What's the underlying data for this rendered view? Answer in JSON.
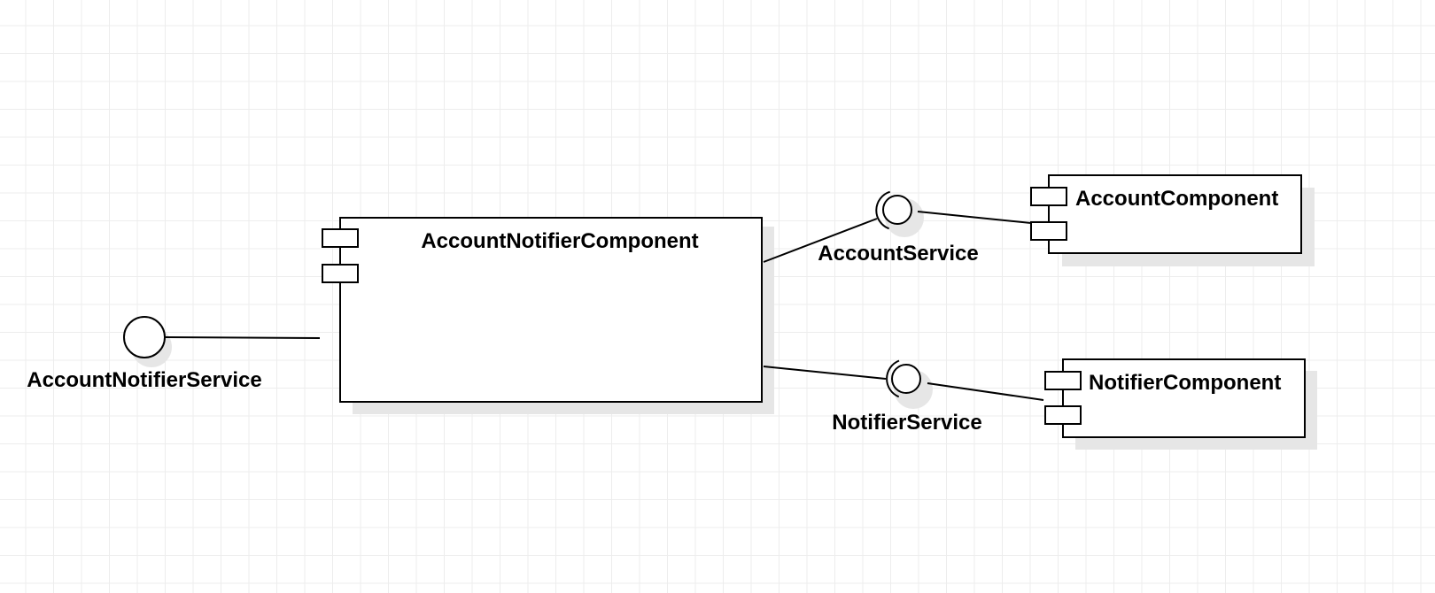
{
  "diagram": {
    "type": "UML component diagram",
    "components": [
      {
        "id": "account-notifier-component",
        "label": "AccountNotifierComponent"
      },
      {
        "id": "account-component",
        "label": "AccountComponent"
      },
      {
        "id": "notifier-component",
        "label": "NotifierComponent"
      }
    ],
    "interfaces": [
      {
        "id": "account-notifier-service",
        "label": "AccountNotifierService",
        "kind": "provided"
      },
      {
        "id": "account-service",
        "label": "AccountService",
        "kind": "required-provided"
      },
      {
        "id": "notifier-service",
        "label": "NotifierService",
        "kind": "required-provided"
      }
    ],
    "connections": [
      {
        "from": "account-notifier-service",
        "to": "account-notifier-component"
      },
      {
        "from": "account-notifier-component",
        "to": "account-service"
      },
      {
        "from": "account-service",
        "to": "account-component"
      },
      {
        "from": "account-notifier-component",
        "to": "notifier-service"
      },
      {
        "from": "notifier-service",
        "to": "notifier-component"
      }
    ]
  },
  "colors": {
    "background": "#ffffff",
    "grid": "#ededed",
    "stroke": "#000000",
    "shadow": "#e6e6e6"
  }
}
